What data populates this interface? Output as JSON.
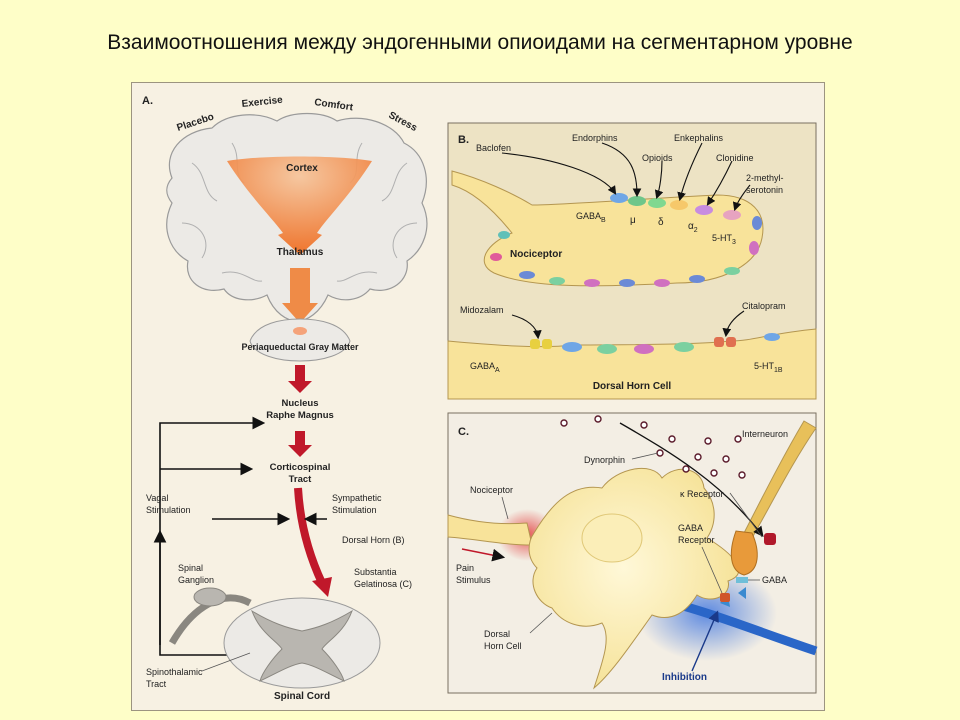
{
  "slide": {
    "title": "Взаимоотношения между эндогенными опиоидами на сегментарном уровне"
  },
  "panel_a": {
    "letter": "A.",
    "influences": [
      "Placebo",
      "Exercise",
      "Comfort",
      "Stress"
    ],
    "cortex": "Cortex",
    "thalamus": "Thalamus",
    "pag": "Periaqueductal Gray Matter",
    "nrm": [
      "Nucleus",
      "Raphe Magnus"
    ],
    "cst": [
      "Corticospinal",
      "Tract"
    ],
    "vagal": [
      "Vagal",
      "Stimulation"
    ],
    "sympathetic": [
      "Sympathetic",
      "Stimulation"
    ],
    "dorsal_horn": "Dorsal Horn (B)",
    "substantia": [
      "Substantia",
      "Gelatinosa (C)"
    ],
    "spinal_ganglion": [
      "Spinal",
      "Ganglion"
    ],
    "spinothalamic": [
      "Spinothalamic",
      "Tract"
    ],
    "spinal_cord": "Spinal Cord"
  },
  "panel_b": {
    "letter": "B.",
    "baclofen": "Baclofen",
    "endorphins": "Endorphins",
    "enkephalins": "Enkephalins",
    "opioids": "Opioids",
    "clonidine": "Clonidine",
    "methylserotonin": [
      "2-methyl-",
      "serotonin"
    ],
    "gabab": "GABA",
    "gabab_sub": "B",
    "mu": "μ",
    "delta": "δ",
    "alpha2": "α",
    "alpha2_sub": "2",
    "ht3": "5-HT",
    "ht3_sub": "3",
    "nociceptor": "Nociceptor",
    "midazolam": "Midozalam",
    "citalopram": "Citalopram",
    "gabaa": "GABA",
    "gabaa_sub": "A",
    "ht1b": "5-HT",
    "ht1b_sub": "1B",
    "dorsal_horn_cell": "Dorsal Horn Cell"
  },
  "panel_c": {
    "letter": "C.",
    "nociceptor": "Nociceptor",
    "interneuron": "Interneuron",
    "dynorphin": "Dynorphin",
    "kappa": "κ Receptor",
    "gaba_receptor": [
      "GABA",
      "Receptor"
    ],
    "gaba": "GABA",
    "pain": [
      "Pain",
      "Stimulus"
    ],
    "dorsal_horn_cell": [
      "Dorsal",
      "Horn Cell"
    ],
    "inhibition": "Inhibition"
  },
  "colors": {
    "background": "#fefec8",
    "figure_bg": "#f7f1e3",
    "arrow_red": "#c0182a",
    "orange": "#f07a2a",
    "influence_text": "#a83a5a",
    "neuron_fill": "#f8e39a",
    "inhibition_blue": "#2a66c8"
  }
}
